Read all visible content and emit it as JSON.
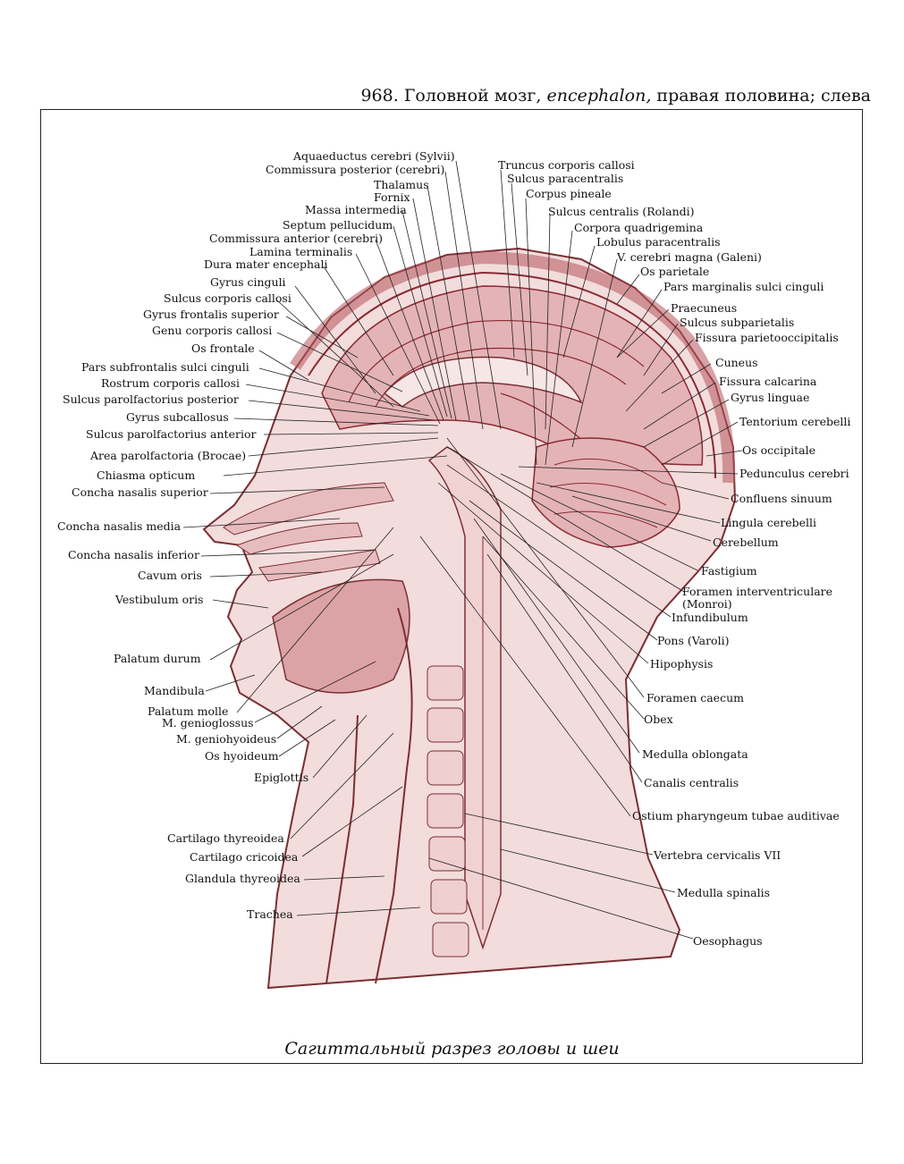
{
  "header": {
    "number_title": "968. Головной мозг, ",
    "latin": "encephalon,",
    "suffix": " правая половина; слева"
  },
  "caption": "Сагиттальный разрез головы и шеи",
  "colors": {
    "tissue": "#d9a3a6",
    "tissue_dark": "#b5555c",
    "bone": "#e9c7c7",
    "line": "#222222"
  },
  "labels": {
    "top": [
      "Aquaeductus cerebri (Sylvii)",
      "Commissura posterior (cerebri)",
      "Thalamus",
      "Fornix",
      "Massa intermedia",
      "Septum pellucidum",
      "Commissura anterior (cerebri)",
      "Lamina terminalis",
      "Dura mater encephali"
    ],
    "top_right": [
      "Truncus corporis callosi",
      "Sulcus paracentralis",
      "Corpus pineale",
      "Sulcus centralis (Rolandi)",
      "Corpora quadrigemina",
      "Lobulus paracentralis",
      "V. cerebri magna (Galeni)",
      "Os parietale",
      "Pars marginalis sulci cinguli"
    ],
    "left": [
      "Gyrus cinguli",
      "Sulcus corporis callosi",
      "Gyrus frontalis superior",
      "Genu corporis callosi",
      "Os frontale",
      "Pars subfrontalis sulci cinguli",
      "Rostrum corporis callosi",
      "Sulcus parolfactorius posterior",
      "Gyrus subcallosus",
      "Sulcus parolfactorius anterior",
      "Area parolfactoria (Brocae)",
      "Chiasma opticum",
      "Concha nasalis superior",
      "Concha nasalis media",
      "Concha nasalis inferior",
      "Cavum oris",
      "Vestibulum oris",
      "Palatum durum",
      "Mandibula",
      "Palatum molle",
      "M. genioglossus",
      "M. geniohyoideus",
      "Os hyoideum",
      "Epiglottis",
      "Cartilago thyreoidea",
      "Cartilago cricoidea",
      "Glandula thyreoidea",
      "Trachea"
    ],
    "right": [
      "Praecuneus",
      "Sulcus subparietalis",
      "Fissura parietooccipitalis",
      "Cuneus",
      "Fissura calcarina",
      "Gyrus linguae",
      "Tentorium cerebelli",
      "Os occipitale",
      "Pedunculus cerebri",
      "Confluens sinuum",
      "Lingula cerebelli",
      "Cerebellum",
      "Fastigium",
      "Foramen interventriculare",
      "(Monroi)",
      "Infundibulum",
      "Pons (Varoli)",
      "Hipophysis",
      "Foramen caecum",
      "Obex",
      "Medulla oblongata",
      "Canalis centralis",
      "Ostium pharyngeum tubae auditivae",
      "Vertebra cervicalis VII",
      "Medulla spinalis",
      "Oesophagus"
    ]
  }
}
